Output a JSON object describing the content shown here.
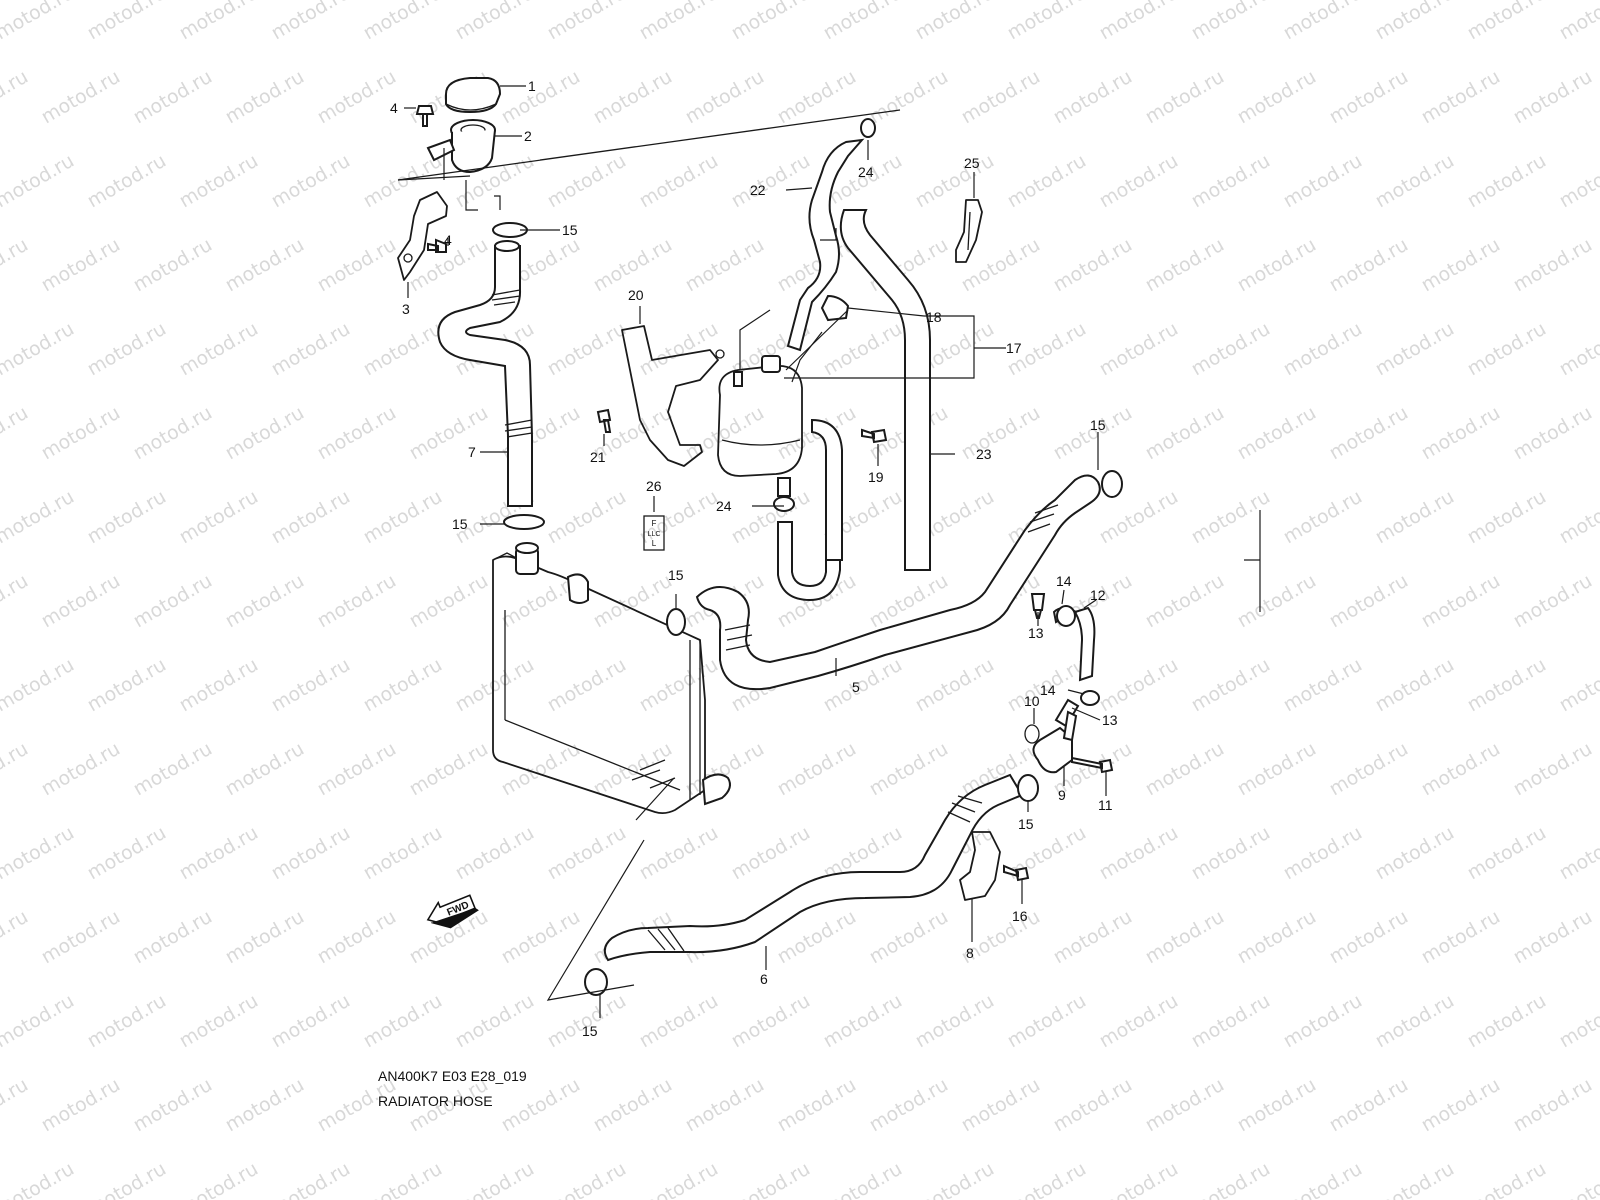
{
  "watermark": "motod.ru",
  "diagram_code": "AN400K7 E03 E28_019",
  "diagram_title": "RADIATOR HOSE",
  "direction_label": "FWD",
  "reservoir_label_lines": [
    "F",
    "LLC",
    "L"
  ],
  "callouts": [
    {
      "id": "c1",
      "text": "1"
    },
    {
      "id": "c2",
      "text": "2"
    },
    {
      "id": "c3",
      "text": "3"
    },
    {
      "id": "c4a",
      "text": "4"
    },
    {
      "id": "c4b",
      "text": "4"
    },
    {
      "id": "c5",
      "text": "5"
    },
    {
      "id": "c6",
      "text": "6"
    },
    {
      "id": "c7",
      "text": "7"
    },
    {
      "id": "c8",
      "text": "8"
    },
    {
      "id": "c9",
      "text": "9"
    },
    {
      "id": "c10",
      "text": "10"
    },
    {
      "id": "c11",
      "text": "11"
    },
    {
      "id": "c12",
      "text": "12"
    },
    {
      "id": "c13a",
      "text": "13"
    },
    {
      "id": "c13b",
      "text": "13"
    },
    {
      "id": "c14a",
      "text": "14"
    },
    {
      "id": "c14b",
      "text": "14"
    },
    {
      "id": "c15a",
      "text": "15"
    },
    {
      "id": "c15b",
      "text": "15"
    },
    {
      "id": "c15c",
      "text": "15"
    },
    {
      "id": "c15d",
      "text": "15"
    },
    {
      "id": "c15e",
      "text": "15"
    },
    {
      "id": "c15f",
      "text": "15"
    },
    {
      "id": "c16",
      "text": "16"
    },
    {
      "id": "c17",
      "text": "17"
    },
    {
      "id": "c18",
      "text": "18"
    },
    {
      "id": "c19",
      "text": "19"
    },
    {
      "id": "c20",
      "text": "20"
    },
    {
      "id": "c21",
      "text": "21"
    },
    {
      "id": "c22",
      "text": "22"
    },
    {
      "id": "c23",
      "text": "23"
    },
    {
      "id": "c24a",
      "text": "24"
    },
    {
      "id": "c24b",
      "text": "24"
    },
    {
      "id": "c25",
      "text": "25"
    },
    {
      "id": "c26",
      "text": "26"
    }
  ]
}
